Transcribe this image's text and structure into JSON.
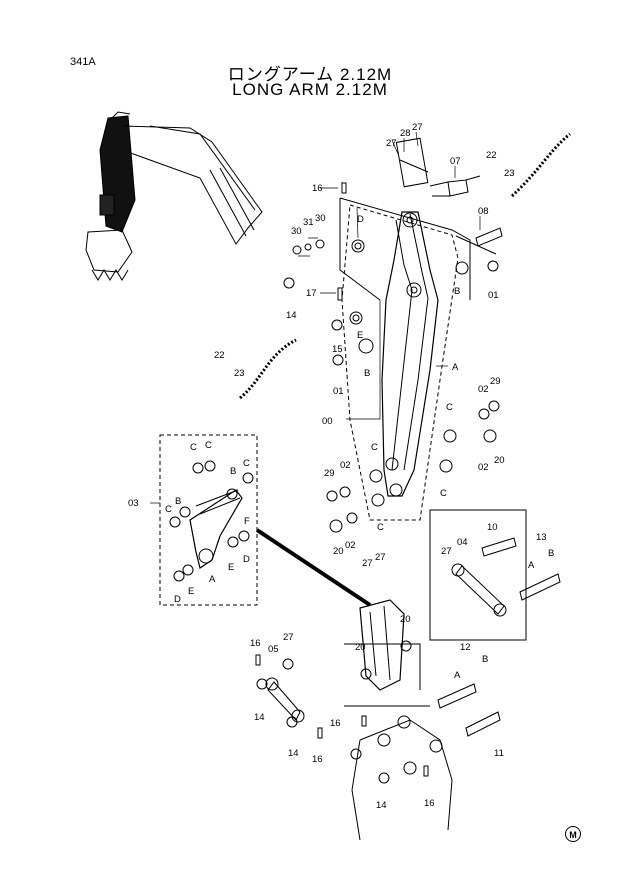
{
  "page_code": "341A",
  "title_jp": "ロングアーム 2.12M",
  "title_en": "LONG ARM 2.12M",
  "maker_mark": "M",
  "labels": {
    "p00": "00",
    "p01a": "01",
    "p01b": "01",
    "p02a": "02",
    "p02b": "02",
    "p02c": "02",
    "p02d": "02",
    "p03": "03",
    "p04": "04",
    "p05": "05",
    "p07": "07",
    "p08": "08",
    "p10": "10",
    "p11": "11",
    "p12": "12",
    "p13": "13",
    "p14a": "14",
    "p14b": "14",
    "p14c": "14",
    "p14d": "14",
    "p15": "15",
    "p16a": "16",
    "p16b": "16",
    "p16c": "16",
    "p16d": "16",
    "p16e": "16",
    "p17": "17",
    "p20a": "20",
    "p20b": "20",
    "p20c": "20",
    "p20d": "20",
    "p22a": "22",
    "p22b": "22",
    "p23a": "23",
    "p23b": "23",
    "p27a": "27",
    "p27b": "27",
    "p27c": "27",
    "p27d": "27",
    "p27e": "27",
    "p27f": "27",
    "p28": "28",
    "p29a": "29",
    "p29b": "29",
    "p30a": "30",
    "p30b": "30",
    "p31": "31",
    "lA1": "A",
    "lA2": "A",
    "lA3": "A",
    "lA4": "A",
    "lB1": "B",
    "lB2": "B",
    "lB3": "B",
    "lB4": "B",
    "lB5": "B",
    "lB6": "B",
    "lC1": "C",
    "lC2": "C",
    "lC3": "C",
    "lC4": "C",
    "lC5": "C",
    "lC6": "C",
    "lC7": "C",
    "lC8": "C",
    "lD1": "D",
    "lD2": "D",
    "lD3": "D",
    "lE1": "E",
    "lE2": "E",
    "lE3": "E",
    "lF1": "F"
  }
}
